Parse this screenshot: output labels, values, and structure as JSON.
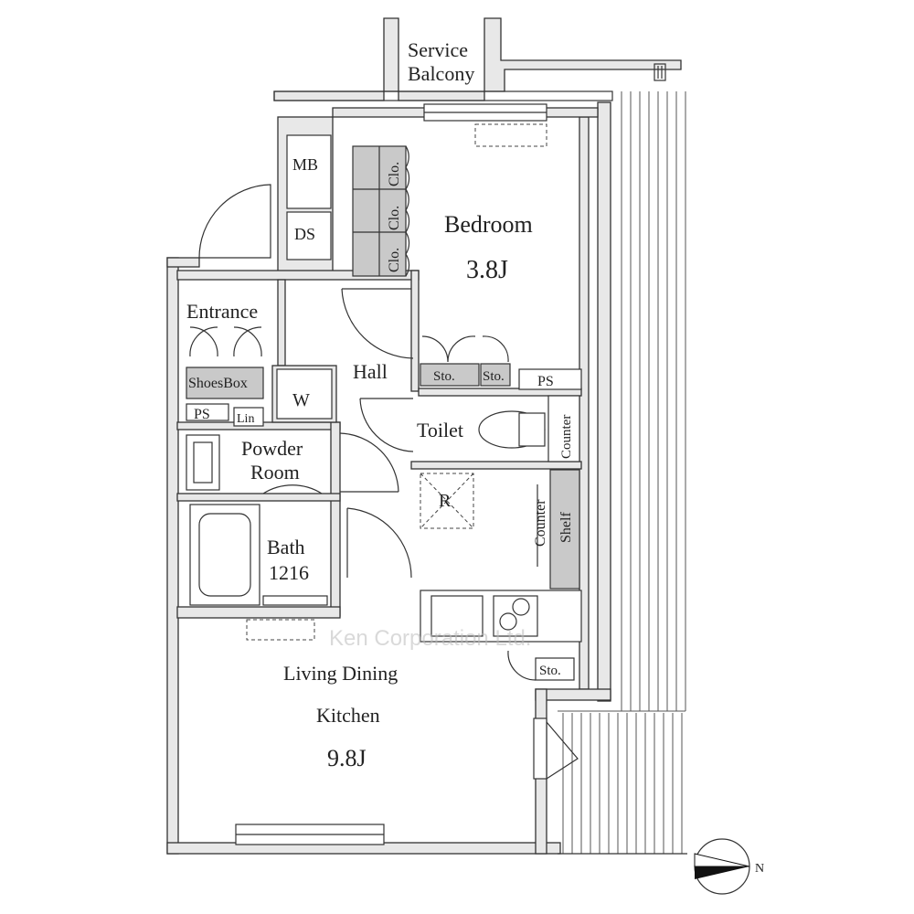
{
  "rooms": {
    "service_balcony_1": "Service",
    "service_balcony_2": "Balcony",
    "mb": "MB",
    "ds": "DS",
    "bedroom_name": "Bedroom",
    "bedroom_size": "3.8J",
    "entrance": "Entrance",
    "hall": "Hall",
    "shoes_box": "ShoesBox",
    "washer": "W",
    "toilet": "Toilet",
    "counter_toilet": "Counter",
    "powder_room_1": "Powder",
    "powder_room_2": "Room",
    "linen": "Lin",
    "ps_left": "PS",
    "ps_right": "PS",
    "sto_1": "Sto.",
    "sto_2": "Sto.",
    "sto_kitchen": "Sto.",
    "closets": [
      "Clo.",
      "Clo.",
      "Clo."
    ],
    "refrigerator": "R",
    "counter_kitchen": "Counter",
    "shelf": "Shelf",
    "bath_name": "Bath",
    "bath_size": "1216",
    "ldk_1": "Living Dining",
    "ldk_2": "Kitchen",
    "ldk_size": "9.8J"
  },
  "watermark": "Ken Corporation Ltd.",
  "compass_label": "N"
}
